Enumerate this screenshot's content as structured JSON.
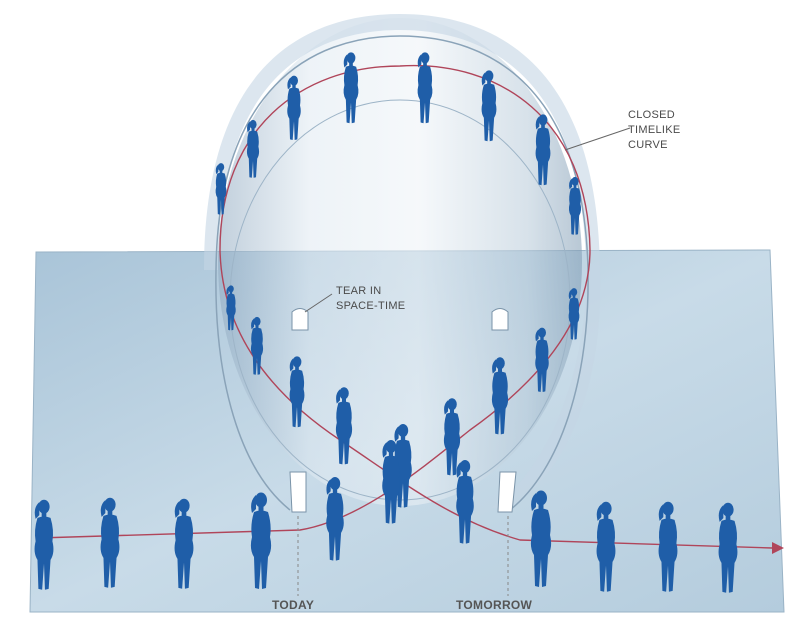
{
  "labels": {
    "closed_timelike_curve": [
      "CLOSED",
      "TIMELIKE",
      "CURVE"
    ],
    "tear_in_spacetime": [
      "TEAR IN",
      "SPACE-TIME"
    ],
    "today": "TODAY",
    "tomorrow": "TOMORROW"
  },
  "colors": {
    "sheet": "#b9d0e0",
    "figure": "#1f5ea8",
    "worldline": "#b0455a",
    "label_text": "#4a4a4a"
  },
  "icons": {
    "figure": "person-silhouette-icon",
    "arrow": "arrow-head-icon"
  }
}
